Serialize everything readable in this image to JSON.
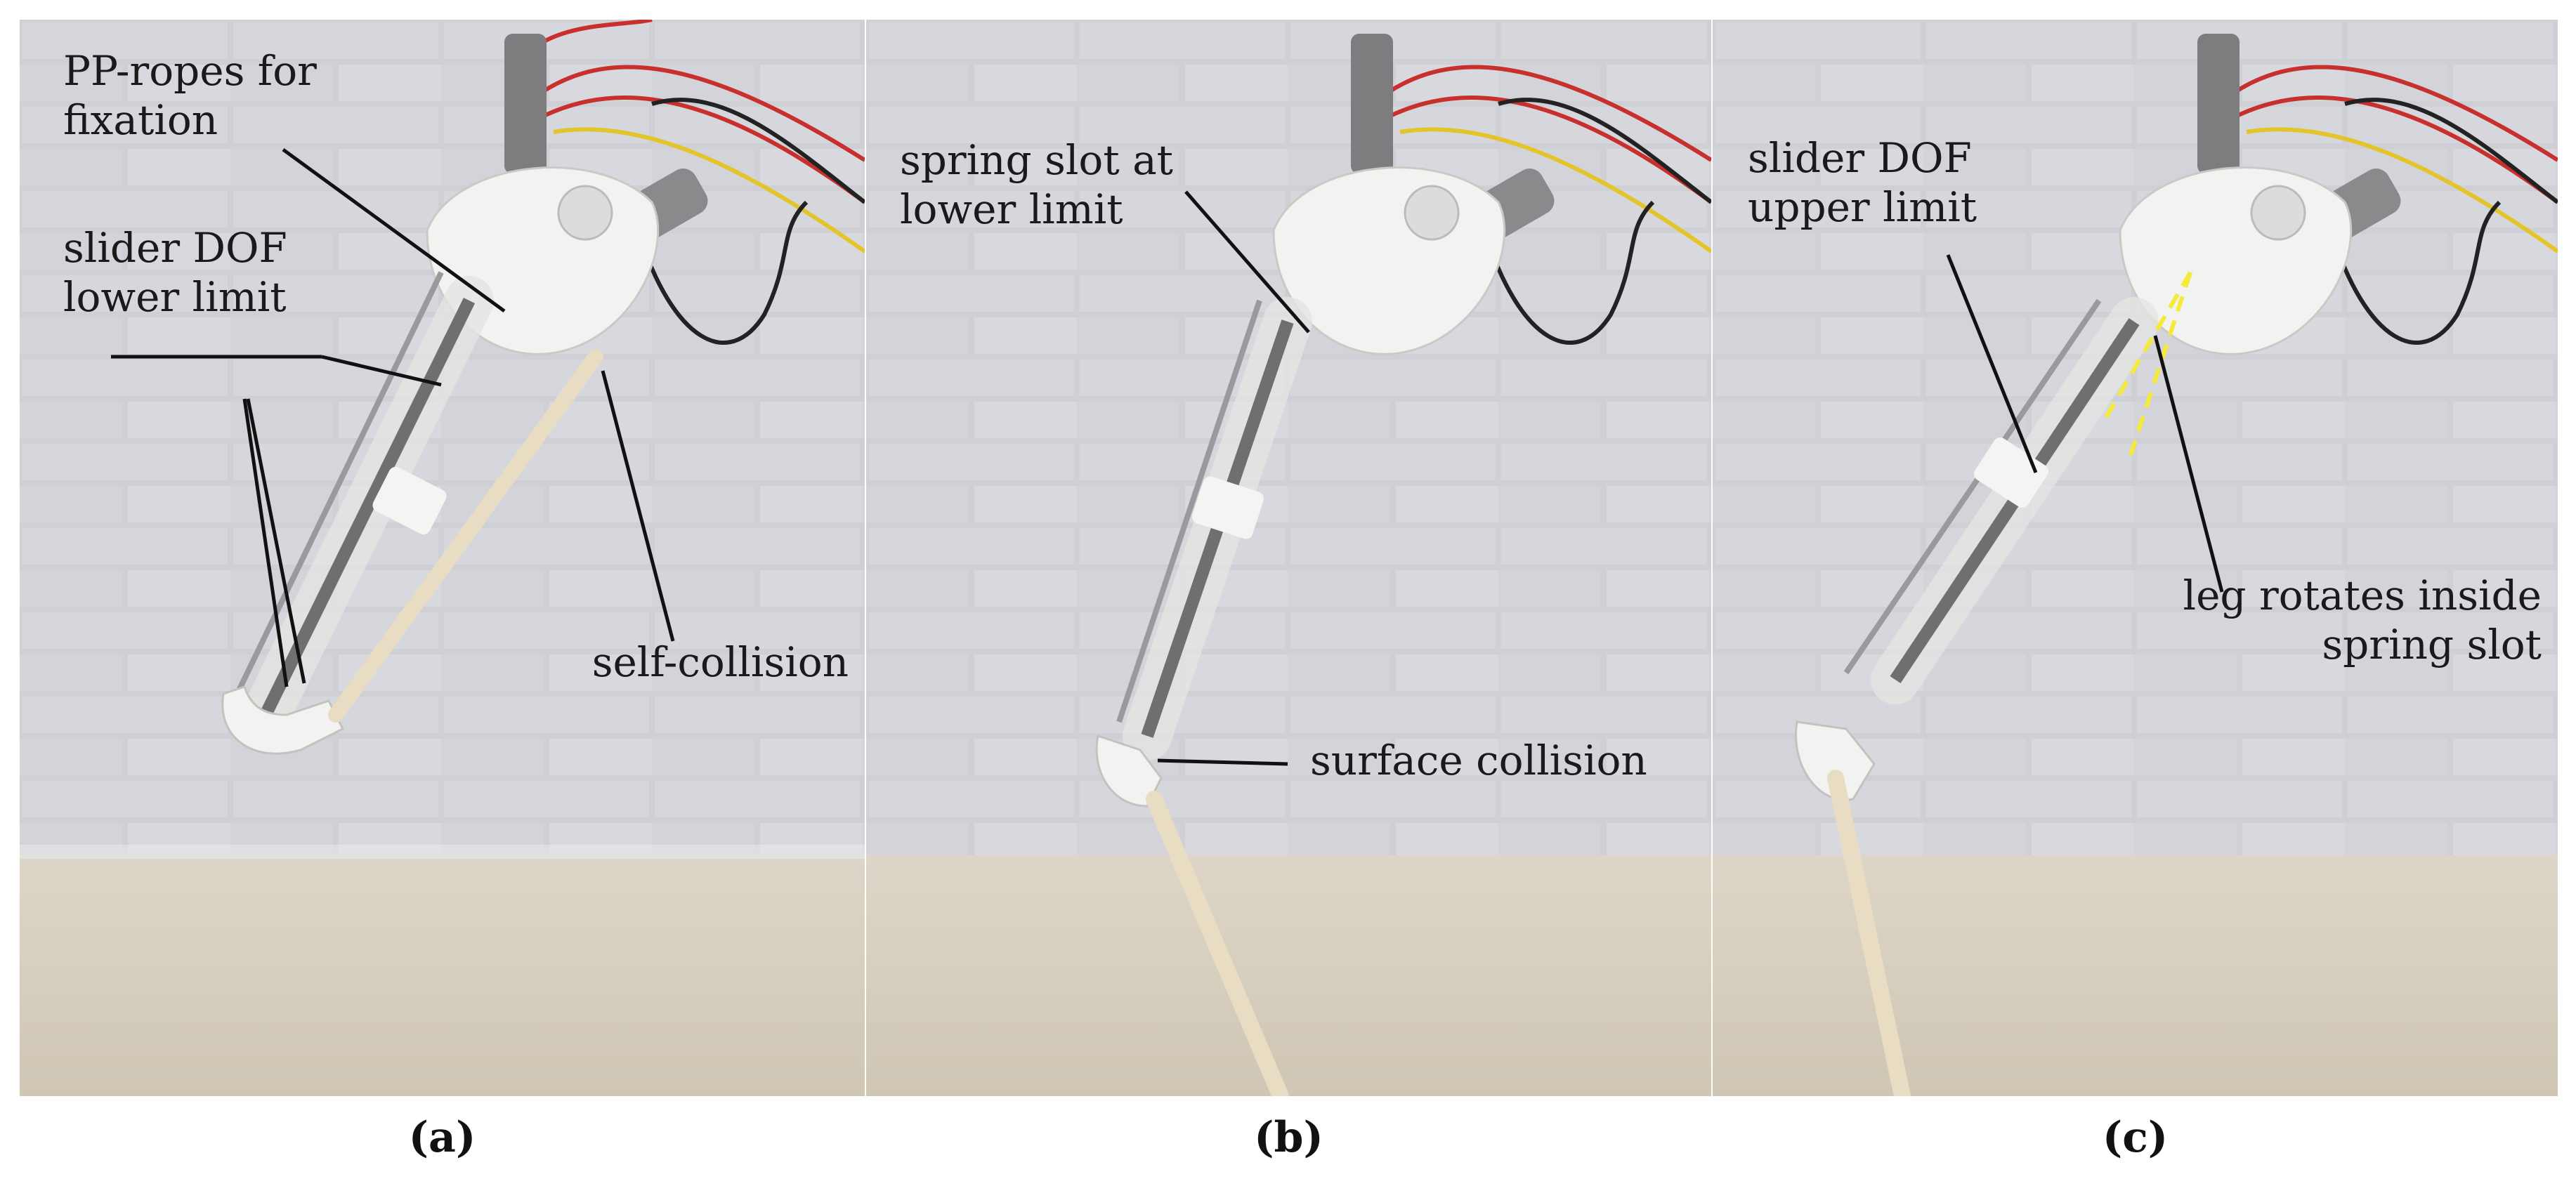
{
  "panels": [
    {
      "label": "(a)",
      "annotations": {
        "pp_ropes": "PP-ropes for\nfixation",
        "slider_lower": "slider DOF\nlower limit",
        "self_collision": "self-collision"
      }
    },
    {
      "label": "(b)",
      "annotations": {
        "spring_slot": "spring slot at\nlower limit",
        "surface_collision": "surface collision"
      }
    },
    {
      "label": "(c)",
      "annotations": {
        "slider_upper": "slider DOF\nupper limit",
        "leg_rotates": "leg rotates inside\nspring slot"
      }
    }
  ],
  "colors": {
    "wall": "#cfd0d6",
    "mortar": "#e6e7ea",
    "table": "#d9d2c4",
    "leg_material": "#e8dcc3",
    "print_white": "#f2f2f0",
    "wire_red": "#c8302e",
    "wire_black": "#222222",
    "wire_yellow": "#e3c42a",
    "rotation_indicator": "#f5e93a",
    "leader_line": "#111111"
  }
}
